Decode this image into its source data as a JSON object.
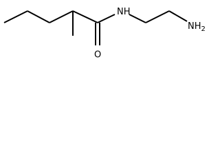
{
  "molecule": {
    "atoms": {
      "nitrogen_amide": "N",
      "hydrogen_amide": "H",
      "oxygen": "O",
      "amine": "NH",
      "amine_subscript": "2"
    }
  },
  "colors": {
    "bond": "#000000",
    "text": "#000000",
    "background": "#ffffff"
  }
}
